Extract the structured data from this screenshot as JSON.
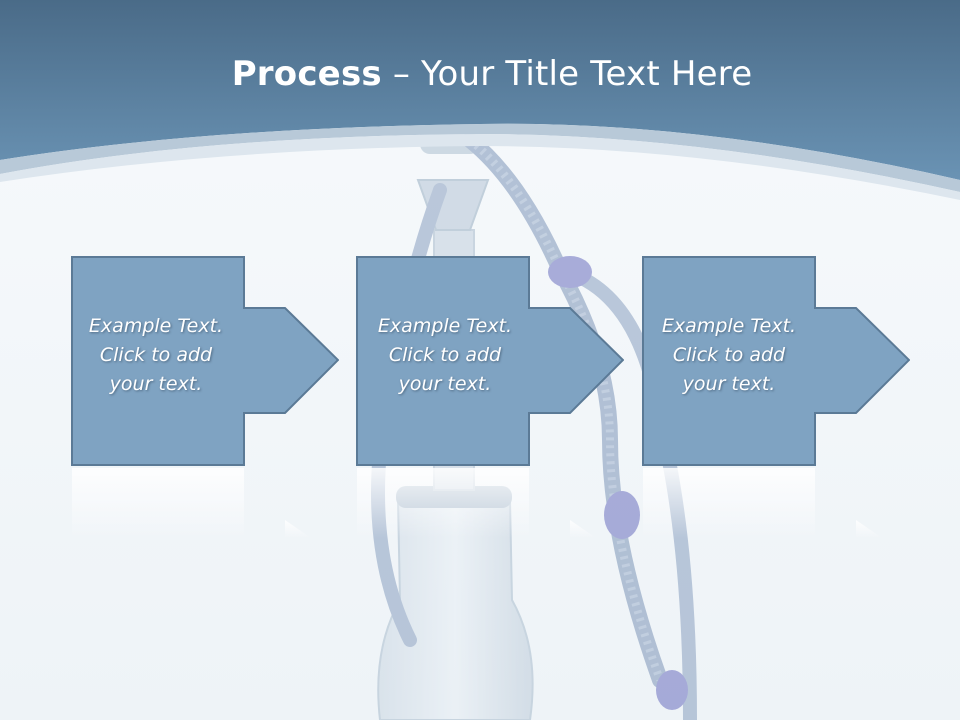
{
  "slide": {
    "title_bold": "Process",
    "title_rest": " – Your Title Text Here",
    "colors": {
      "header_dark": "#4d6f8c",
      "header_light": "#6d97b9",
      "box_fill": "#7fa3c2",
      "box_stroke": "#5b7a96",
      "background": "#f2f6f9"
    },
    "background_image": "hookah-pipe-image"
  },
  "steps": [
    {
      "text": "Example Text.\nClick  to add\nyour text."
    },
    {
      "text": "Example Text.\nClick  to add\nyour text."
    },
    {
      "text": "Example Text.\nClick  to add\nyour text."
    }
  ]
}
